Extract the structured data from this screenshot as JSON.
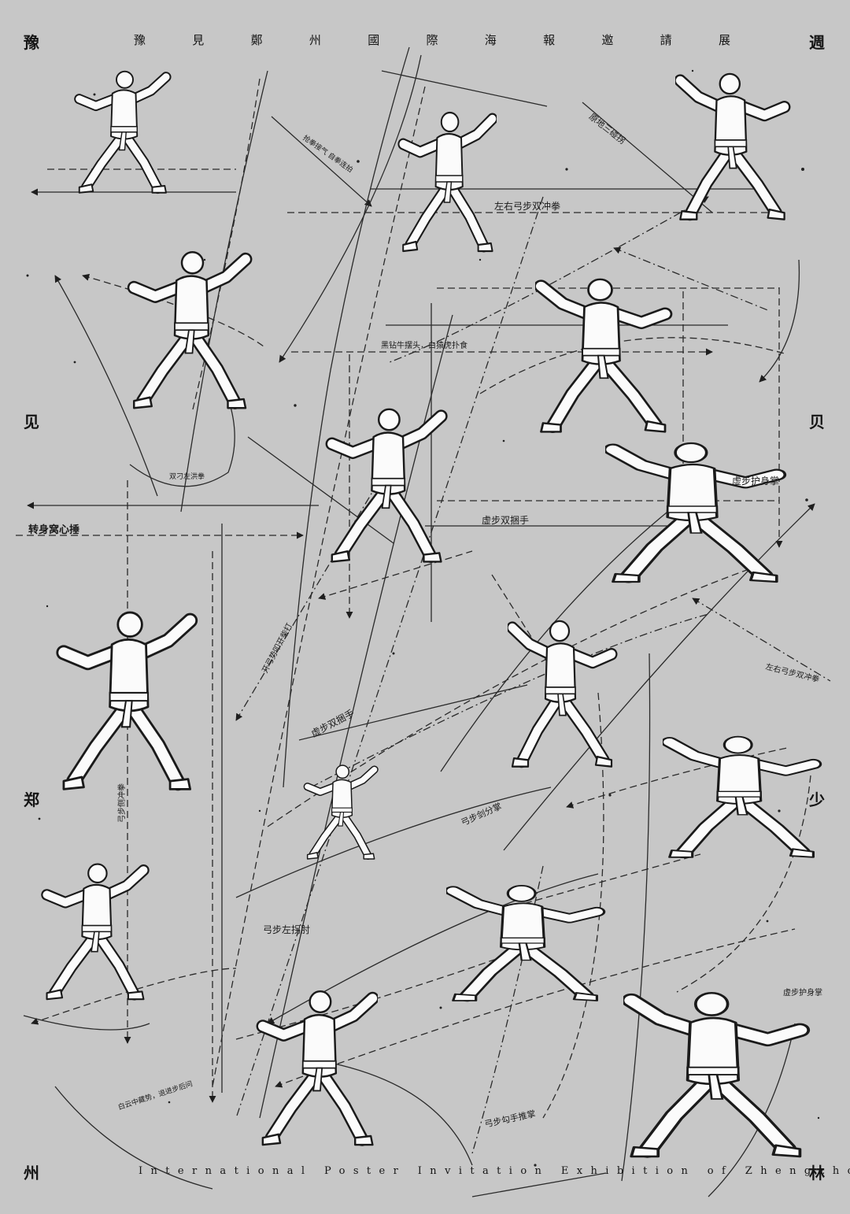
{
  "header": {
    "chars": [
      "豫",
      "見",
      "鄭",
      "州",
      "國",
      "際",
      "海",
      "報",
      "邀",
      "請",
      "展"
    ]
  },
  "corners": {
    "top_left": "豫",
    "top_right": "週",
    "left_mid": "见",
    "right_mid": "贝",
    "left_lower": "郑",
    "right_lower": "少",
    "bottom_left": "州",
    "bottom_right": "林"
  },
  "footer": {
    "text": "International Poster Invitation Exhibition of Zhengzhou"
  },
  "move_labels": {
    "l1": "抢拳接气 自拳连拍",
    "l2": "原地三碰拐",
    "l3": "左右弓步双冲拳",
    "l4": "黑钻牛摆头，白猿虎扑食",
    "l5": "双刁左洪拳",
    "l6": "虚步护身掌",
    "l7": "转身窝心捶",
    "l8": "虚步双捆手",
    "l9": "开弓势叩开柴打",
    "l10": "虚步双捆手",
    "l11": "左右弓步双冲拳",
    "l12": "弓步侧冲拳",
    "l13": "弓步剑分掌",
    "l14": "弓步左拐肘",
    "l15": "白云中藏势，退进步后问",
    "l16": "虚步护身掌",
    "l17": "弓步勾手推掌"
  },
  "colors": {
    "background": "#c7c7c7",
    "ink": "#1a1a1a",
    "figure_fill": "#fbfbfb"
  }
}
